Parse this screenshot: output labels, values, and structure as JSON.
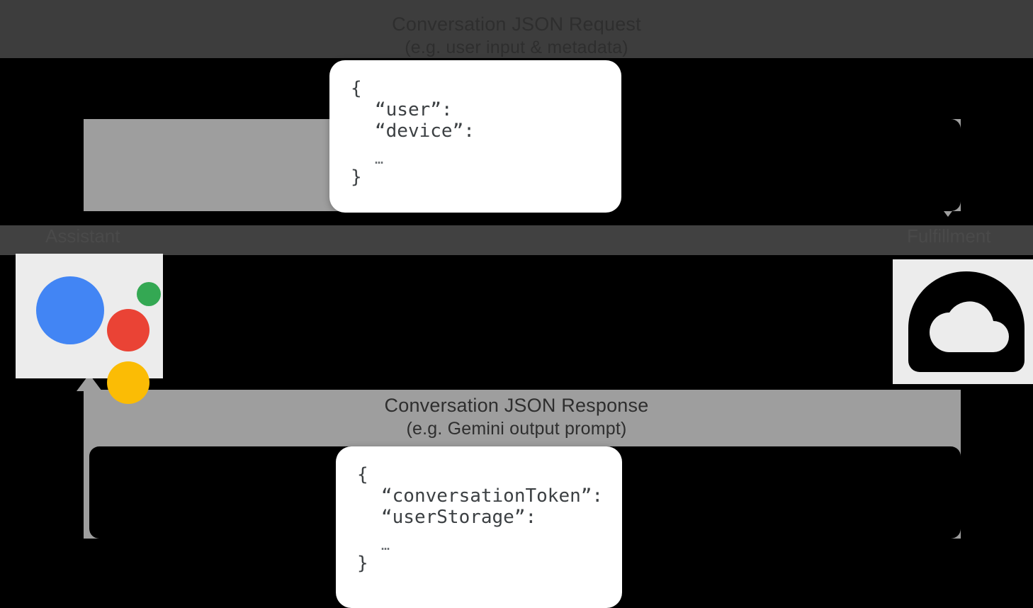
{
  "diagram": {
    "title": "Conversation JSON Request",
    "top_flow": {
      "caption_main": "Conversation JSON Request",
      "caption_sub": "(e.g. user input & metadata)",
      "direction": "left-to-right",
      "arrow_color": "#9e9e9e",
      "callout_color": "#000000"
    },
    "bottom_flow": {
      "caption_main": "Conversation JSON Response",
      "caption_sub": "(e.g. Gemini output prompt)",
      "direction": "right-to-left",
      "arrow_color": "#9e9e9e",
      "callout_color": "#000000"
    },
    "endpoints": {
      "left": {
        "label": "Assistant",
        "icon": "google-assistant-logo",
        "tile_color": "#ececec",
        "dots": [
          {
            "name": "blue-dot",
            "color": "#4285F4"
          },
          {
            "name": "red-dot",
            "color": "#EA4335"
          },
          {
            "name": "green-dot",
            "color": "#34A853"
          },
          {
            "name": "yellow-dot",
            "color": "#FBBC05"
          }
        ]
      },
      "right": {
        "label": "Fulfillment",
        "icon": "cloud-functions-icon",
        "tile_color": "#ececec",
        "icon_color": "#000000"
      }
    },
    "request_card": {
      "open_brace": "{",
      "keys": [
        "“user”:",
        "“device”:"
      ],
      "ellipsis": "…",
      "close_brace": "}"
    },
    "response_card": {
      "open_brace": "{",
      "keys": [
        "“conversationToken”:",
        "“userStorage”:"
      ],
      "ellipsis": "…",
      "close_brace": "}"
    }
  }
}
